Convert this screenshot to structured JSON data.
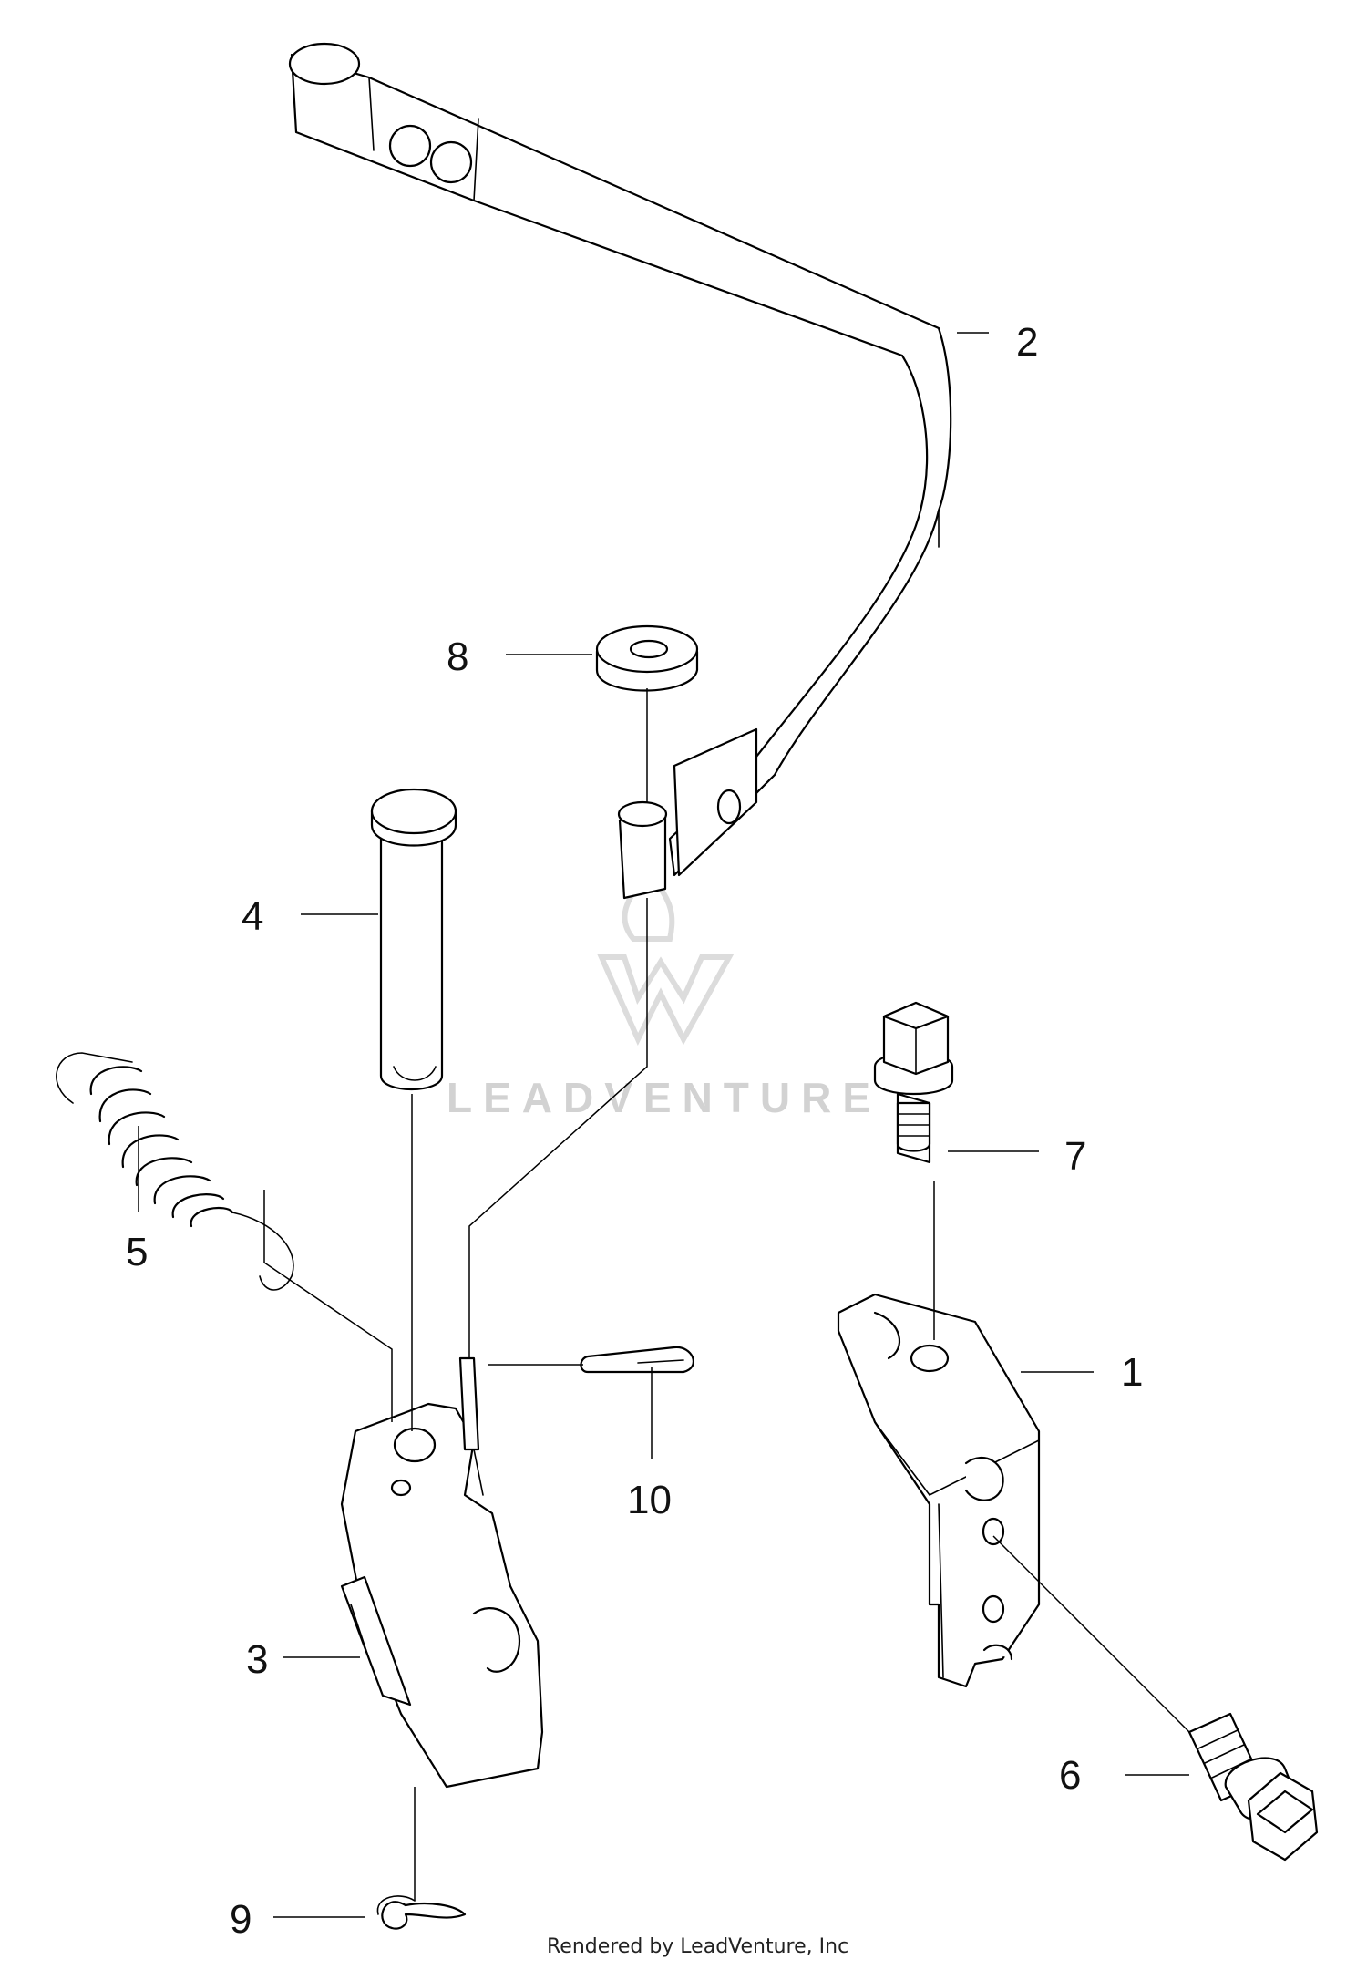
{
  "diagram": {
    "parts": [
      {
        "id": "part-1",
        "label": "1"
      },
      {
        "id": "part-2",
        "label": "2"
      },
      {
        "id": "part-3",
        "label": "3"
      },
      {
        "id": "part-4",
        "label": "4"
      },
      {
        "id": "part-5",
        "label": "5"
      },
      {
        "id": "part-6",
        "label": "6"
      },
      {
        "id": "part-7",
        "label": "7"
      },
      {
        "id": "part-8",
        "label": "8"
      },
      {
        "id": "part-9",
        "label": "9"
      },
      {
        "id": "part-10",
        "label": "10"
      }
    ],
    "watermark": "LEADVENTURE",
    "footer": "Rendered by LeadVenture, Inc"
  }
}
